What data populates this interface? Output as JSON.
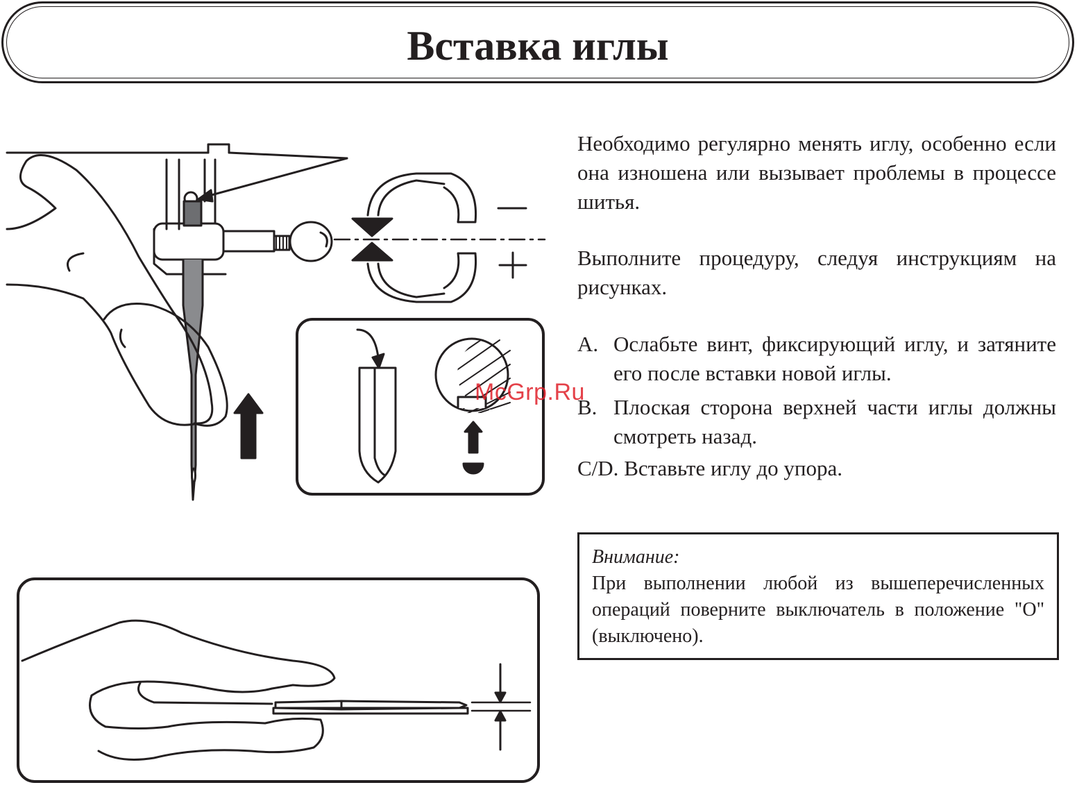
{
  "title": "Вставка иглы",
  "intro_paragraph": "Необходимо регулярно менять иглу, особенно если она изношена или вызывает проблемы в процессе шитья.",
  "procedure_paragraph": "Выполните процедуру, следуя инструкциям на рисунках.",
  "steps": [
    {
      "letter": "A.",
      "text": "Ослабьте винт, фиксирующий иглу, и затяните его после вставки новой иглы."
    },
    {
      "letter": "B.",
      "text": "Плоская сторона верхней части иглы должны смотреть назад."
    },
    {
      "letter": "C/D.",
      "text": "Вставьте иглу до упора."
    }
  ],
  "note": {
    "title": "Внимание:",
    "text": "При выполнении любой из вышеперечисленных операций поверните выключатель в положение \"О\" (выключено)."
  },
  "figure": {
    "minus_label": "–",
    "plus_label": "+"
  },
  "watermark": "McGrp.Ru",
  "colors": {
    "ink": "#231f20",
    "watermark": "#e0202a"
  }
}
